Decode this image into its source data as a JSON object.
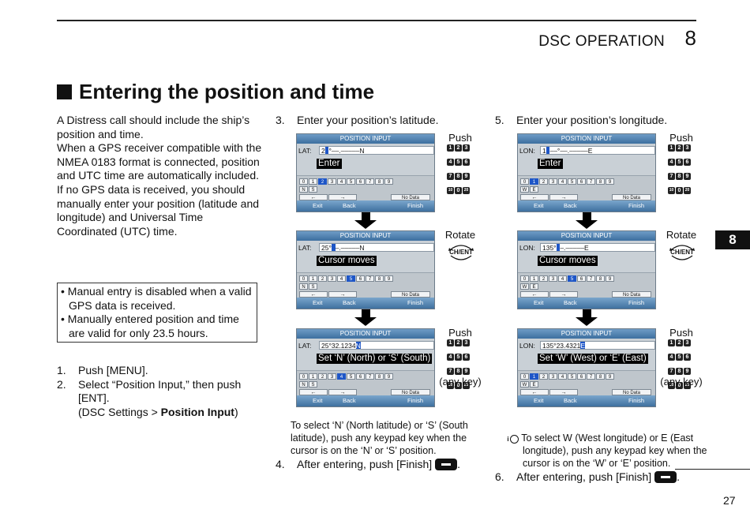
{
  "header": {
    "section": "DSC OPERATION",
    "chapter": "8"
  },
  "title": "Entering the position and time",
  "intro": {
    "p1": "A Distress call should include the ship’s position and time.",
    "p2": "When a GPS receiver compatible with the NMEA 0183 format is connected, position and UTC time are automatically included.",
    "p3": "If no GPS data is received, you should manually enter your position (latitude and longitude) and Universal Time Coordinated (UTC) time."
  },
  "notes": [
    "• Manual entry is disabled when a valid GPS data is received.",
    "• Manually entered position and time are valid for only 23.5 hours."
  ],
  "steps": [
    {
      "n": "1.",
      "text": "Push [MENU]."
    },
    {
      "n": "2.",
      "text": "Select “Position Input,” then push [ENT].",
      "sub_pre": "(DSC Settings > ",
      "sub_bold": "Position Input",
      "sub_post": ")"
    }
  ],
  "col_lat": {
    "n": "3.",
    "heading": "Enter your position’s latitude.",
    "screens": [
      {
        "caption": "Enter",
        "label": "LAT:",
        "pre": "2",
        "cur": "_",
        "post": "°––.–––––N",
        "sel_key": "2",
        "side": "Push"
      },
      {
        "caption": "Cursor moves",
        "label": "LAT:",
        "pre": "25°",
        "cur": "_",
        "post": "–.–––––N",
        "sel_key": "5",
        "side": "Rotate"
      },
      {
        "caption": "Set ‘N’ (North) or ‘S’ (South)",
        "label": "LAT:",
        "pre": "25°32.1234",
        "cur": "N",
        "post": "",
        "sel_key": "4",
        "side": "Push",
        "side2": "(any key)"
      }
    ],
    "letters": [
      "N",
      "S"
    ],
    "note": "To select ‘N’ (North latitude) or ‘S’ (South latitude), push any keypad key when the cursor is on the ‘N’ or ‘S’ position.",
    "after": {
      "n": "4.",
      "text": "After entering, push [Finish]"
    }
  },
  "col_lon": {
    "n": "5.",
    "heading": "Enter your position’s longitude.",
    "screens": [
      {
        "caption": "Enter",
        "label": "LON:",
        "pre": "1",
        "cur": "_",
        "post": "––°––.–––––E",
        "sel_key": "1",
        "side": "Push"
      },
      {
        "caption": "Cursor moves",
        "label": "LON:",
        "pre": "135°",
        "cur": "_",
        "post": "–.–––––E",
        "sel_key": "5",
        "side": "Rotate"
      },
      {
        "caption": "Set ‘W’ (West) or ‘E’ (East)",
        "label": "LON:",
        "pre": "135°23.4321",
        "cur": "E",
        "post": "",
        "sel_key": "1",
        "side": "Push",
        "side2": "(any key)"
      }
    ],
    "letters": [
      "W",
      "E"
    ],
    "note": "To select W (West longitude) or E (East longitude), push any keypad key when the cursor is on the ‘W’ or ‘E’ position.",
    "after": {
      "n": "6.",
      "text": "After entering, push [Finish]"
    }
  },
  "screen_ui": {
    "header": "POSITION INPUT",
    "digits": [
      "0",
      "1",
      "2",
      "3",
      "4",
      "5",
      "6",
      "7",
      "8",
      "9"
    ],
    "left_arrow": "←",
    "right_arrow": "→",
    "no_data": "No Data",
    "exit": "Exit",
    "back": "Back",
    "finish": "Finish",
    "ch_ent": "CH/ENT"
  },
  "keypad_keys": [
    "1",
    "2",
    "3",
    "4",
    "5",
    "6",
    "7",
    "8",
    "9",
    "10",
    "0",
    "20"
  ],
  "side_tab": "8",
  "page_number": "27"
}
